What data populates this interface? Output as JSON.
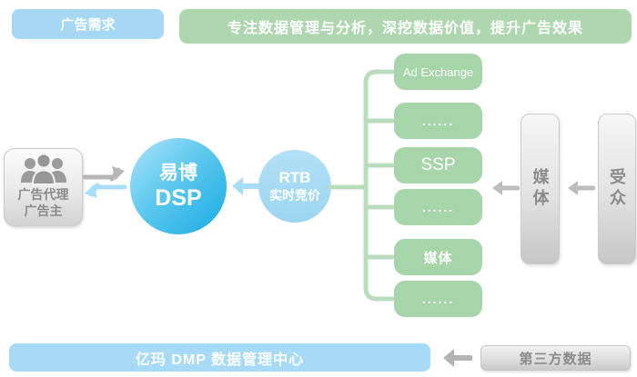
{
  "top": {
    "demand_badge": "广告需求",
    "banner": "专注数据管理与分析，深挖数据价值，提升广告效果"
  },
  "advertiser": {
    "line1": "广告代理",
    "line2": "广告主"
  },
  "dsp": {
    "line1": "易博",
    "line2": "DSP"
  },
  "rtb": {
    "line1": "RTB",
    "line2": "实时竞价"
  },
  "nodes": [
    "Ad Exchange",
    "......",
    "SSP",
    "......",
    "媒体",
    "......"
  ],
  "bars": {
    "media": "媒体",
    "audience": "受众"
  },
  "bottom": {
    "dmp": "亿玛 DMP 数据管理中心",
    "third_party": "第三方数据"
  },
  "colors": {
    "badge_blue": "#a6d7f3",
    "banner_green": "#aed7b0",
    "node_green": "#a7d5aa",
    "bracket_green": "#b9dcbc",
    "dsp_gradient_start": "#ace4f9",
    "dsp_gradient_end": "#18ace4",
    "rtb_blue": "#a5daf3",
    "arrow_blue": "#a9dcf7",
    "arrow_gray": "#b6b6b6",
    "gray_text": "#8b8b8b",
    "bar_gray": "#d9d9d9"
  }
}
